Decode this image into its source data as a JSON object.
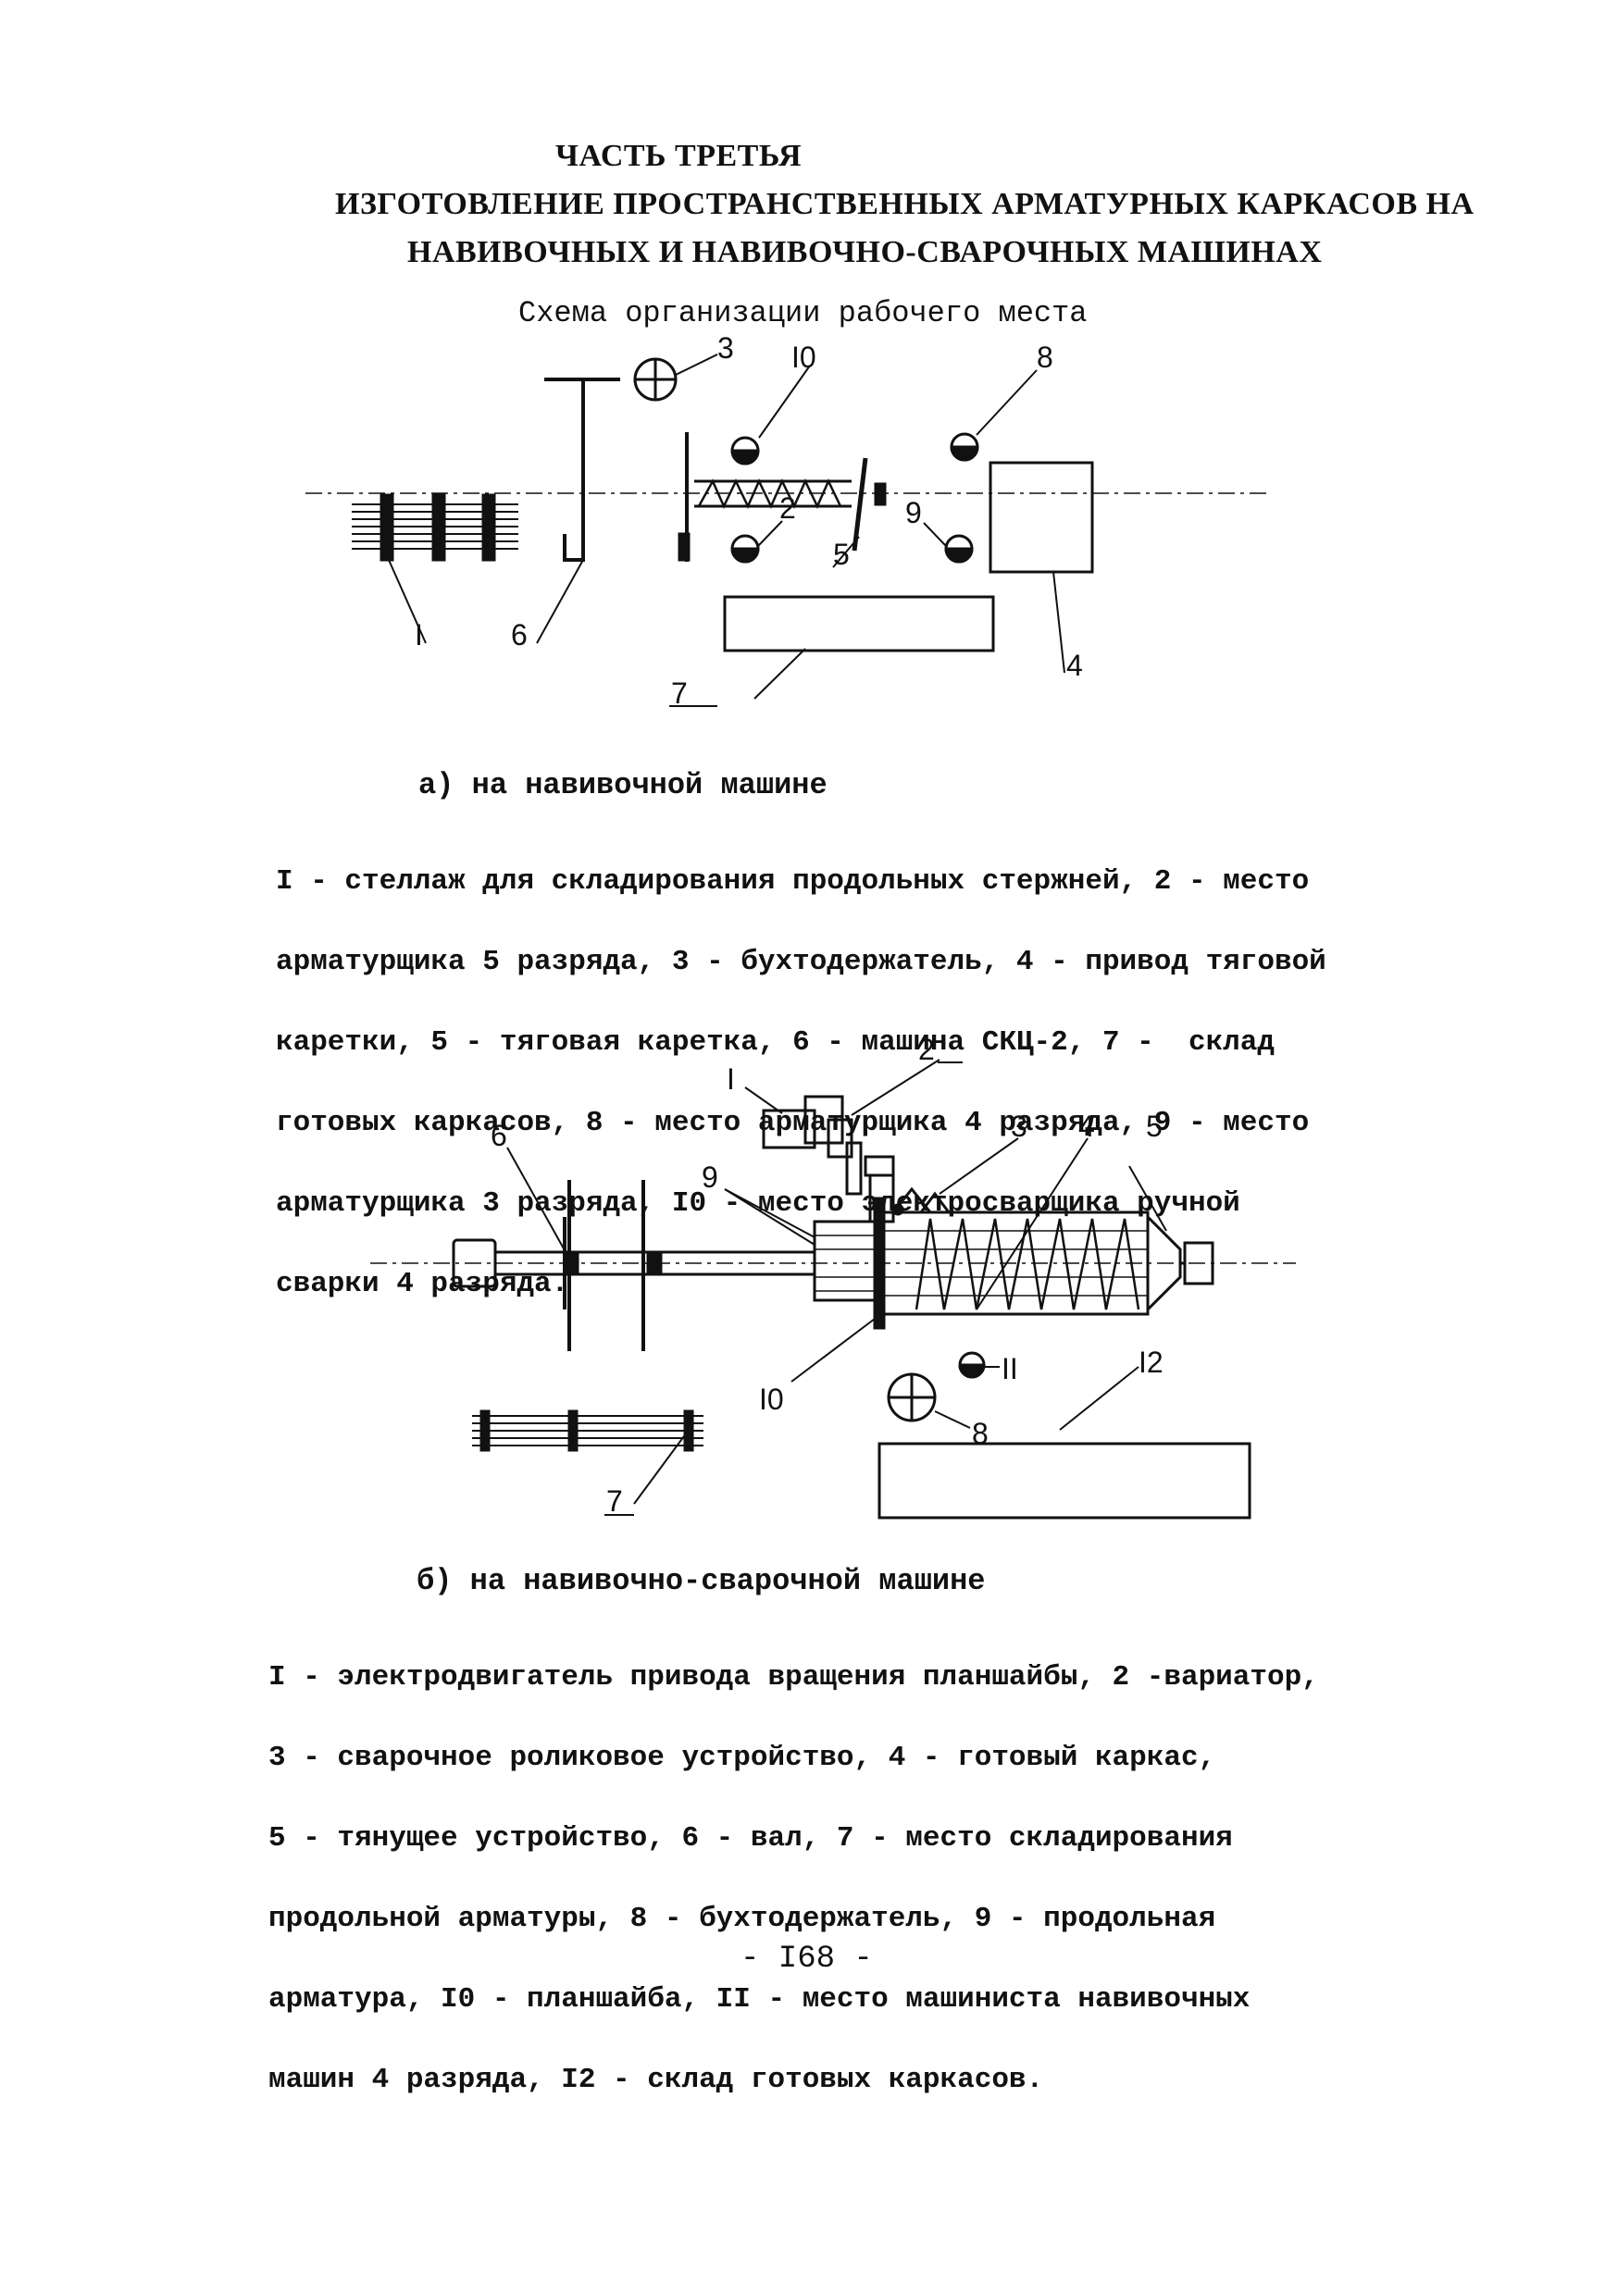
{
  "document": {
    "part_title": "ЧАСТЬ ТРЕТЬЯ",
    "main_title_line1": "ИЗГОТОВЛЕНИЕ ПРОСТРАНСТВЕННЫХ АРМАТУРНЫХ КАРКАСОВ НА",
    "main_title_line2": "НАВИВОЧНЫХ И НАВИВОЧНО-СВАРОЧНЫХ МАШИНАХ",
    "scheme_title": "Схема организации рабочего места",
    "page_number": "- I68 -"
  },
  "figure_a": {
    "labels": [
      "3",
      "I0",
      "8",
      "2",
      "5",
      "9",
      "I",
      "6",
      "7",
      "4"
    ],
    "caption": "а) на навивочной машине",
    "legend_lines": [
      "I - стеллаж для складирования продольных стержней, 2 - место",
      "арматурщика 5 разряда, 3 - бухтодержатель, 4 - привод тяговой",
      "каретки, 5 - тяговая каретка, 6 - машина СКЦ-2, 7 -  склад",
      "готовых каркасов, 8 - место арматурщика 4 разряда, 9 - место",
      "арматурщика 3 разряда, I0 - место электросварщика ручной",
      "сварки 4 разряда."
    ]
  },
  "figure_b": {
    "labels": [
      "I",
      "2",
      "3",
      "4",
      "5",
      "6",
      "9",
      "I0",
      "II",
      "8",
      "I2",
      "7"
    ],
    "caption": "б) на навивочно-сварочной машине",
    "legend_lines": [
      "I - электродвигатель привода вращения планшайбы, 2 -вариатор,",
      "3 - сварочное роликовое устройство, 4 - готовый каркас,",
      "5 - тянущее устройство, 6 - вал, 7 - место складирования",
      "продольной арматуры, 8 - бухтодержатель, 9 - продольная",
      "арматура, I0 - планшайба, II - место машиниста навивочных",
      "машин 4 разряда, I2 - склад готовых каркасов."
    ]
  }
}
